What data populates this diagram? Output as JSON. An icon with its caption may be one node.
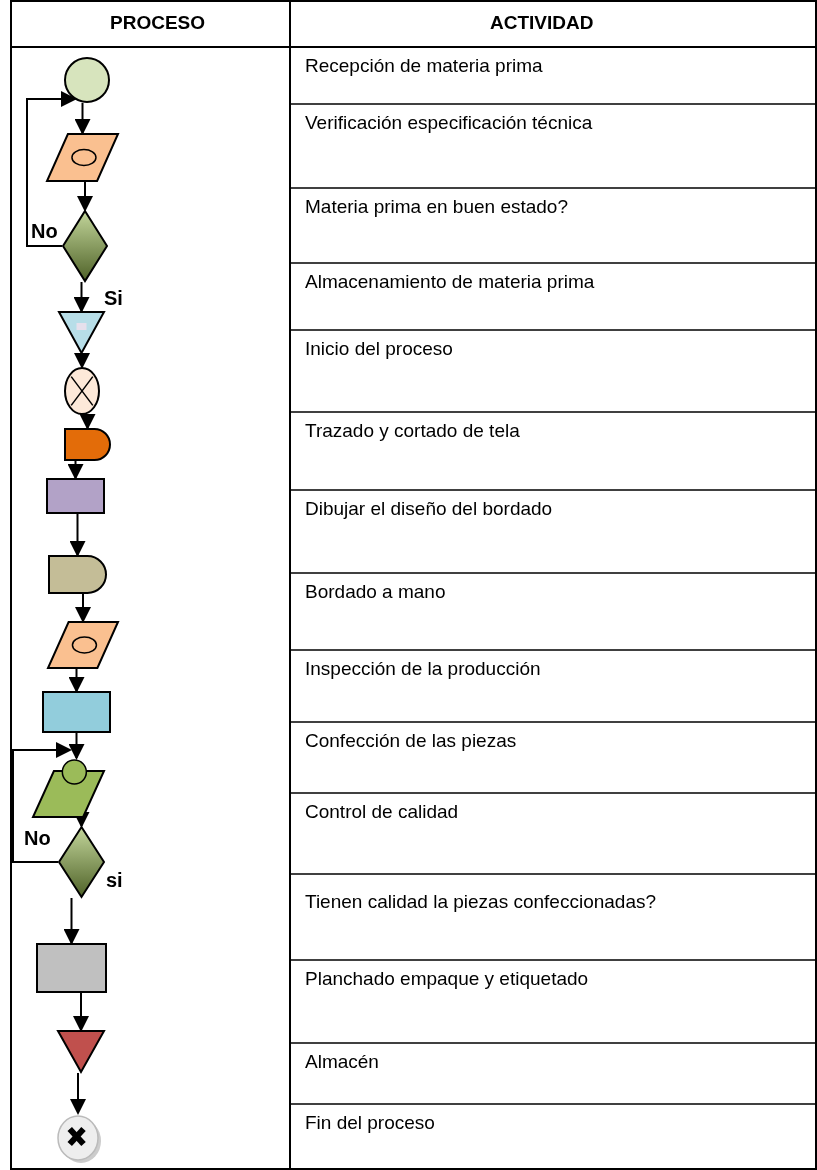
{
  "diagram": {
    "nodes": [
      {
        "text": [],
        "shape": "circle"
      },
      {
        "text": [],
        "shape": "parallelogram"
      },
      {
        "text": [],
        "shape": "diamond"
      },
      {
        "text": [],
        "shape": "triangle"
      },
      {
        "text": [],
        "shape": "circle"
      },
      {
        "text": [],
        "shape": "delay"
      },
      {
        "text": [],
        "shape": "box"
      },
      {
        "text": [],
        "shape": "delay"
      },
      {
        "text": [],
        "shape": "parallelogram"
      },
      {
        "text": [],
        "shape": "box"
      },
      {
        "text": [],
        "shape": "parallelogram"
      },
      {
        "text": [],
        "shape": "diamond"
      },
      {
        "text": [],
        "shape": "box"
      },
      {
        "text": [],
        "shape": "triangle"
      },
      {
        "text": [],
        "shape": "circle"
      }
    ],
    "edges": [
      {
        "from": 0,
        "to": 1,
        "arrow": "to"
      },
      {
        "from": 1,
        "to": 2,
        "arrow": "to"
      },
      {
        "from": 2,
        "to": 0,
        "arrow": "to",
        "label": "No"
      },
      {
        "from": 2,
        "to": 3,
        "arrow": "to",
        "label": "Si"
      },
      {
        "from": 3,
        "to": 4,
        "arrow": "to"
      },
      {
        "from": 4,
        "to": 5,
        "arrow": "to"
      },
      {
        "from": 5,
        "to": 6,
        "arrow": "to"
      },
      {
        "from": 6,
        "to": 7,
        "arrow": "to"
      },
      {
        "from": 7,
        "to": 8,
        "arrow": "to"
      },
      {
        "from": 8,
        "to": 9,
        "arrow": "to"
      },
      {
        "from": 9,
        "to": 10,
        "arrow": "to"
      },
      {
        "from": 11,
        "to": 10,
        "arrow": "to",
        "label": "No"
      },
      {
        "from": 10,
        "to": 11,
        "arrow": "to"
      },
      {
        "from": 11,
        "to": 12,
        "arrow": "to",
        "label": "si"
      },
      {
        "from": 12,
        "to": 13,
        "arrow": "to"
      },
      {
        "from": 13,
        "to": 14,
        "arrow": "to"
      }
    ],
    "labels": [
      "PROCESO",
      "ACTIVIDAD",
      "Recepción de materia prima",
      "Verificación especificación técnica",
      "Materia prima en buen estado?",
      "Almacenamiento de materia prima",
      "Inicio del proceso",
      "Trazado y cortado de tela",
      "Dibujar el diseño del bordado",
      "Bordado a mano",
      "Inspección de la producción",
      "Confección de las piezas",
      "Control de calidad",
      "Tienen calidad la piezas confeccionadas?",
      "Planchado empaque y etiquetado",
      "Almacén",
      "Fin del proceso"
    ]
  }
}
